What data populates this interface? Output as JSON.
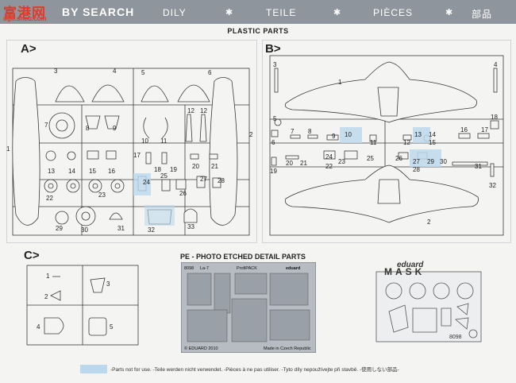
{
  "header": {
    "logo": "富港网",
    "logo_site": "ugo.shou.com",
    "by_search": "BY SEARCH",
    "items": [
      "DILY",
      "TEILE",
      "PIÈCES",
      "部品"
    ]
  },
  "sections": {
    "plastic_title": "PLASTIC PARTS",
    "a_label": "A>",
    "b_label": "B>",
    "c_label": "C>",
    "pe_title": "PE - PHOTO ETCHED DETAIL PARTS"
  },
  "part_numbers_a": [
    "1",
    "2",
    "3",
    "4",
    "5",
    "6",
    "7",
    "8",
    "9",
    "10",
    "11",
    "12",
    "12",
    "13",
    "14",
    "15",
    "16",
    "17",
    "18",
    "19",
    "20",
    "21",
    "22",
    "23",
    "24",
    "25",
    "26",
    "27",
    "28",
    "29",
    "30",
    "31",
    "32",
    "33"
  ],
  "part_numbers_b": [
    "1",
    "2",
    "3",
    "4",
    "5",
    "6",
    "7",
    "8",
    "9",
    "10",
    "11",
    "12",
    "13",
    "14",
    "15",
    "16",
    "17",
    "18",
    "19",
    "20",
    "21",
    "22",
    "23",
    "24",
    "25",
    "26",
    "27",
    "28",
    "29",
    "30",
    "31",
    "32"
  ],
  "part_numbers_c": [
    "1",
    "2",
    "3",
    "4",
    "5"
  ],
  "pe_sheet": {
    "left_code": "8098",
    "name": "La-7",
    "middle": "ProfiPACK",
    "brand": "eduard",
    "copyright": "© EDUARD 2010",
    "made_in": "Made in Czech Republic"
  },
  "mask": {
    "brand": "eduard",
    "title": "MASK",
    "code": "8098"
  },
  "footer": {
    "text": "-Parts not for use. -Teile werden nicht verwendet. -Pièces à ne pas utiliser. -Tyto díly nepoužívejte při stavbě. -使用しない部品-"
  },
  "colors": {
    "bar": "#8f959c",
    "highlight": "#bcd8ec",
    "line": "#3a3a3a"
  }
}
